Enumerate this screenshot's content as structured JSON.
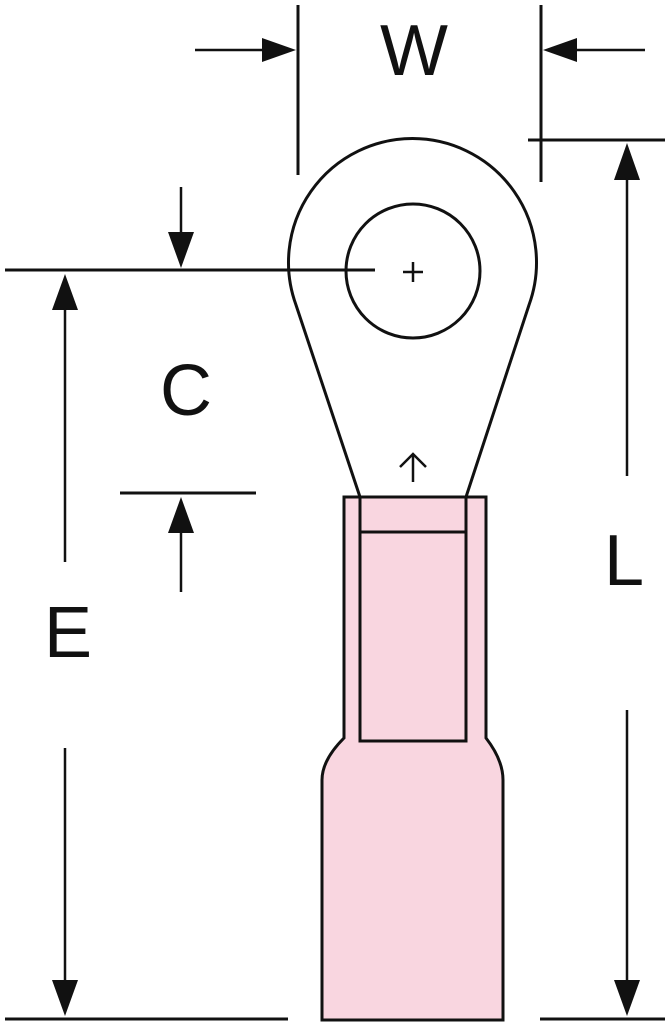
{
  "labels": {
    "w": "W",
    "c": "C",
    "e": "E",
    "l": "L"
  },
  "colors": {
    "line": "#111111",
    "sleeve_fill": "#f9d6e0",
    "background": "#ffffff"
  }
}
